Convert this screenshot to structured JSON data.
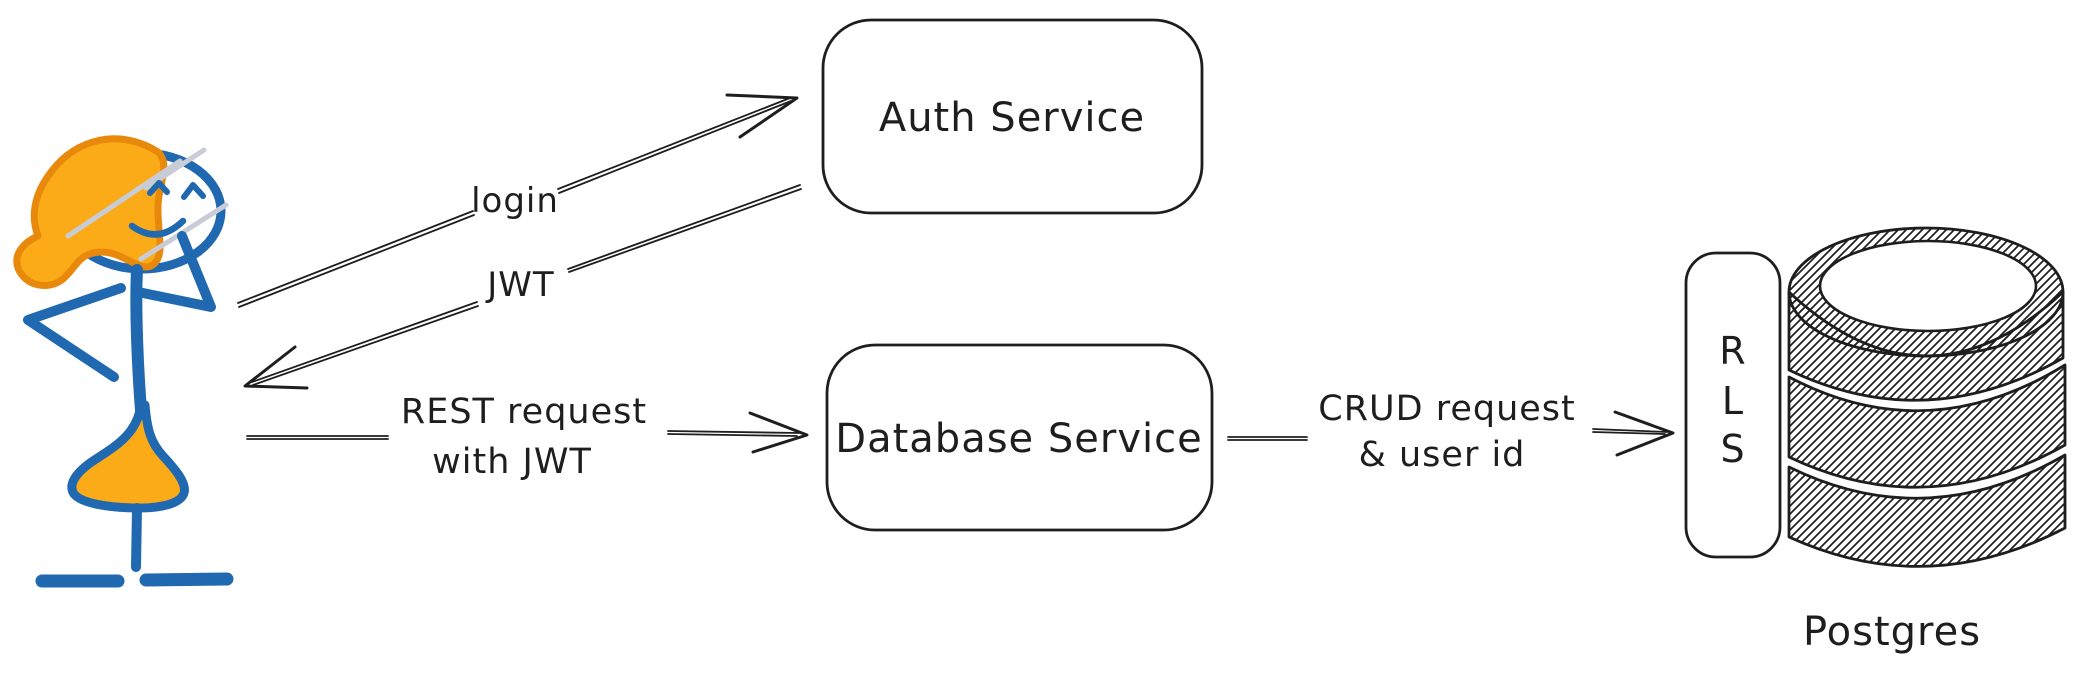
{
  "colors": {
    "ink": "#1e1e1e",
    "actor_body_blue": "#2069b0",
    "actor_hair_fill": "#fbab18",
    "actor_hair_stroke": "#e8890c",
    "actor_skirt_fill": "#fbab18",
    "hair_strand_gray": "#c7ccd6",
    "background": "#ffffff"
  },
  "actor": {
    "name": "user"
  },
  "nodes": {
    "auth": {
      "label": "Auth Service"
    },
    "database": {
      "label": "Database Service"
    },
    "rls": {
      "label": "RLS",
      "letters": [
        "R",
        "L",
        "S"
      ]
    },
    "postgres": {
      "label": "Postgres"
    }
  },
  "arrows": {
    "login": {
      "label": "login",
      "from": "user",
      "to": "auth"
    },
    "jwt": {
      "label": "JWT",
      "from": "auth",
      "to": "user"
    },
    "rest": {
      "label_line1": "REST request",
      "label_line2": "with JWT",
      "from": "user",
      "to": "database"
    },
    "crud": {
      "label_line1": "CRUD request",
      "label_line2": "& user id",
      "from": "database",
      "to": "rls"
    }
  }
}
